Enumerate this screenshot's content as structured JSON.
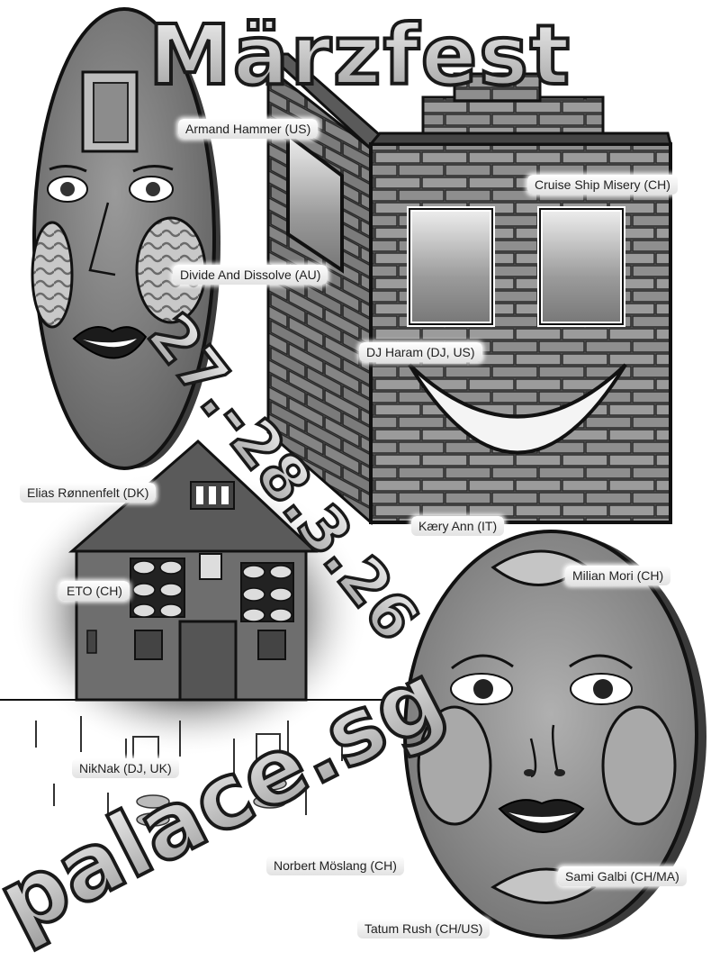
{
  "poster": {
    "title": "Märzfest",
    "dates": "27.-28.3.26",
    "venue": "palace.sg"
  },
  "lineup": [
    {
      "id": "armand",
      "label": "Armand Hammer (US)"
    },
    {
      "id": "cruise",
      "label": "Cruise Ship Misery (CH)"
    },
    {
      "id": "divide",
      "label": "Divide And Dissolve (AU)"
    },
    {
      "id": "haram",
      "label": "DJ Haram (DJ, US)"
    },
    {
      "id": "elias",
      "label": "Elias Rønnenfelt (DK)"
    },
    {
      "id": "kaery",
      "label": "Kæry Ann (IT)"
    },
    {
      "id": "milian",
      "label": "Milian Mori (CH)"
    },
    {
      "id": "eto",
      "label": "ETO (CH)"
    },
    {
      "id": "niknak",
      "label": "NikNak (DJ, UK)"
    },
    {
      "id": "norbert",
      "label": "Norbert Möslang (CH)"
    },
    {
      "id": "sami",
      "label": "Sami Galbi (CH/MA)"
    },
    {
      "id": "tatum",
      "label": "Tatum Rush (CH/US)"
    }
  ]
}
